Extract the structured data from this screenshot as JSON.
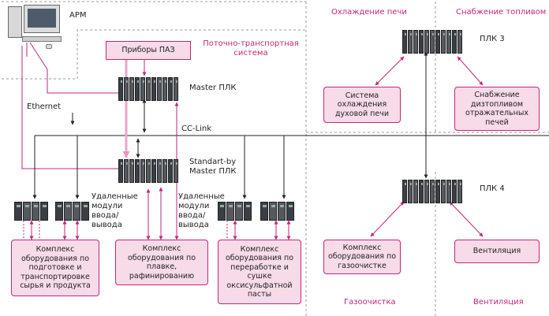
{
  "workstation": {
    "label": "АРМ"
  },
  "network": {
    "ethernet": "Ethernet",
    "cclink": "CC-Link"
  },
  "zones": {
    "conveyor": "Поточно-транспортная система",
    "cooling": "Охлаждение печи",
    "fuel": "Снабжение топливом",
    "gas": "Газоочистка",
    "vent": "Вентиляция"
  },
  "controllers": {
    "master": "Master ПЛК",
    "standby": "Standart-by Master ПЛК",
    "plc3": "ПЛК 3",
    "plc4": "ПЛК 4"
  },
  "remote_io": {
    "left": "Удаленные модули ввода/ вывода",
    "right": "Удаленные модули ввода/ вывода"
  },
  "boxes": {
    "paz": "Приборы ПАЗ",
    "prep": "Комплекс оборудования по подготовке и транспортировке сырья и продукта",
    "melt": "Комплекс оборудования по плавке, рафинированию",
    "proc": "Комплекс оборудования по переработке и сушке оксисульфатной пасты",
    "cool": "Система охлаждения духовой печи",
    "diesel": "Снабжение дизтопливом отражательных печей",
    "gasclean": "Комплекс оборудования по газоочистке",
    "ventbox": "Вентиляция"
  },
  "colors": {
    "accent": "#c2267e",
    "box_fill": "#f7dbe9",
    "line": "#222222"
  }
}
